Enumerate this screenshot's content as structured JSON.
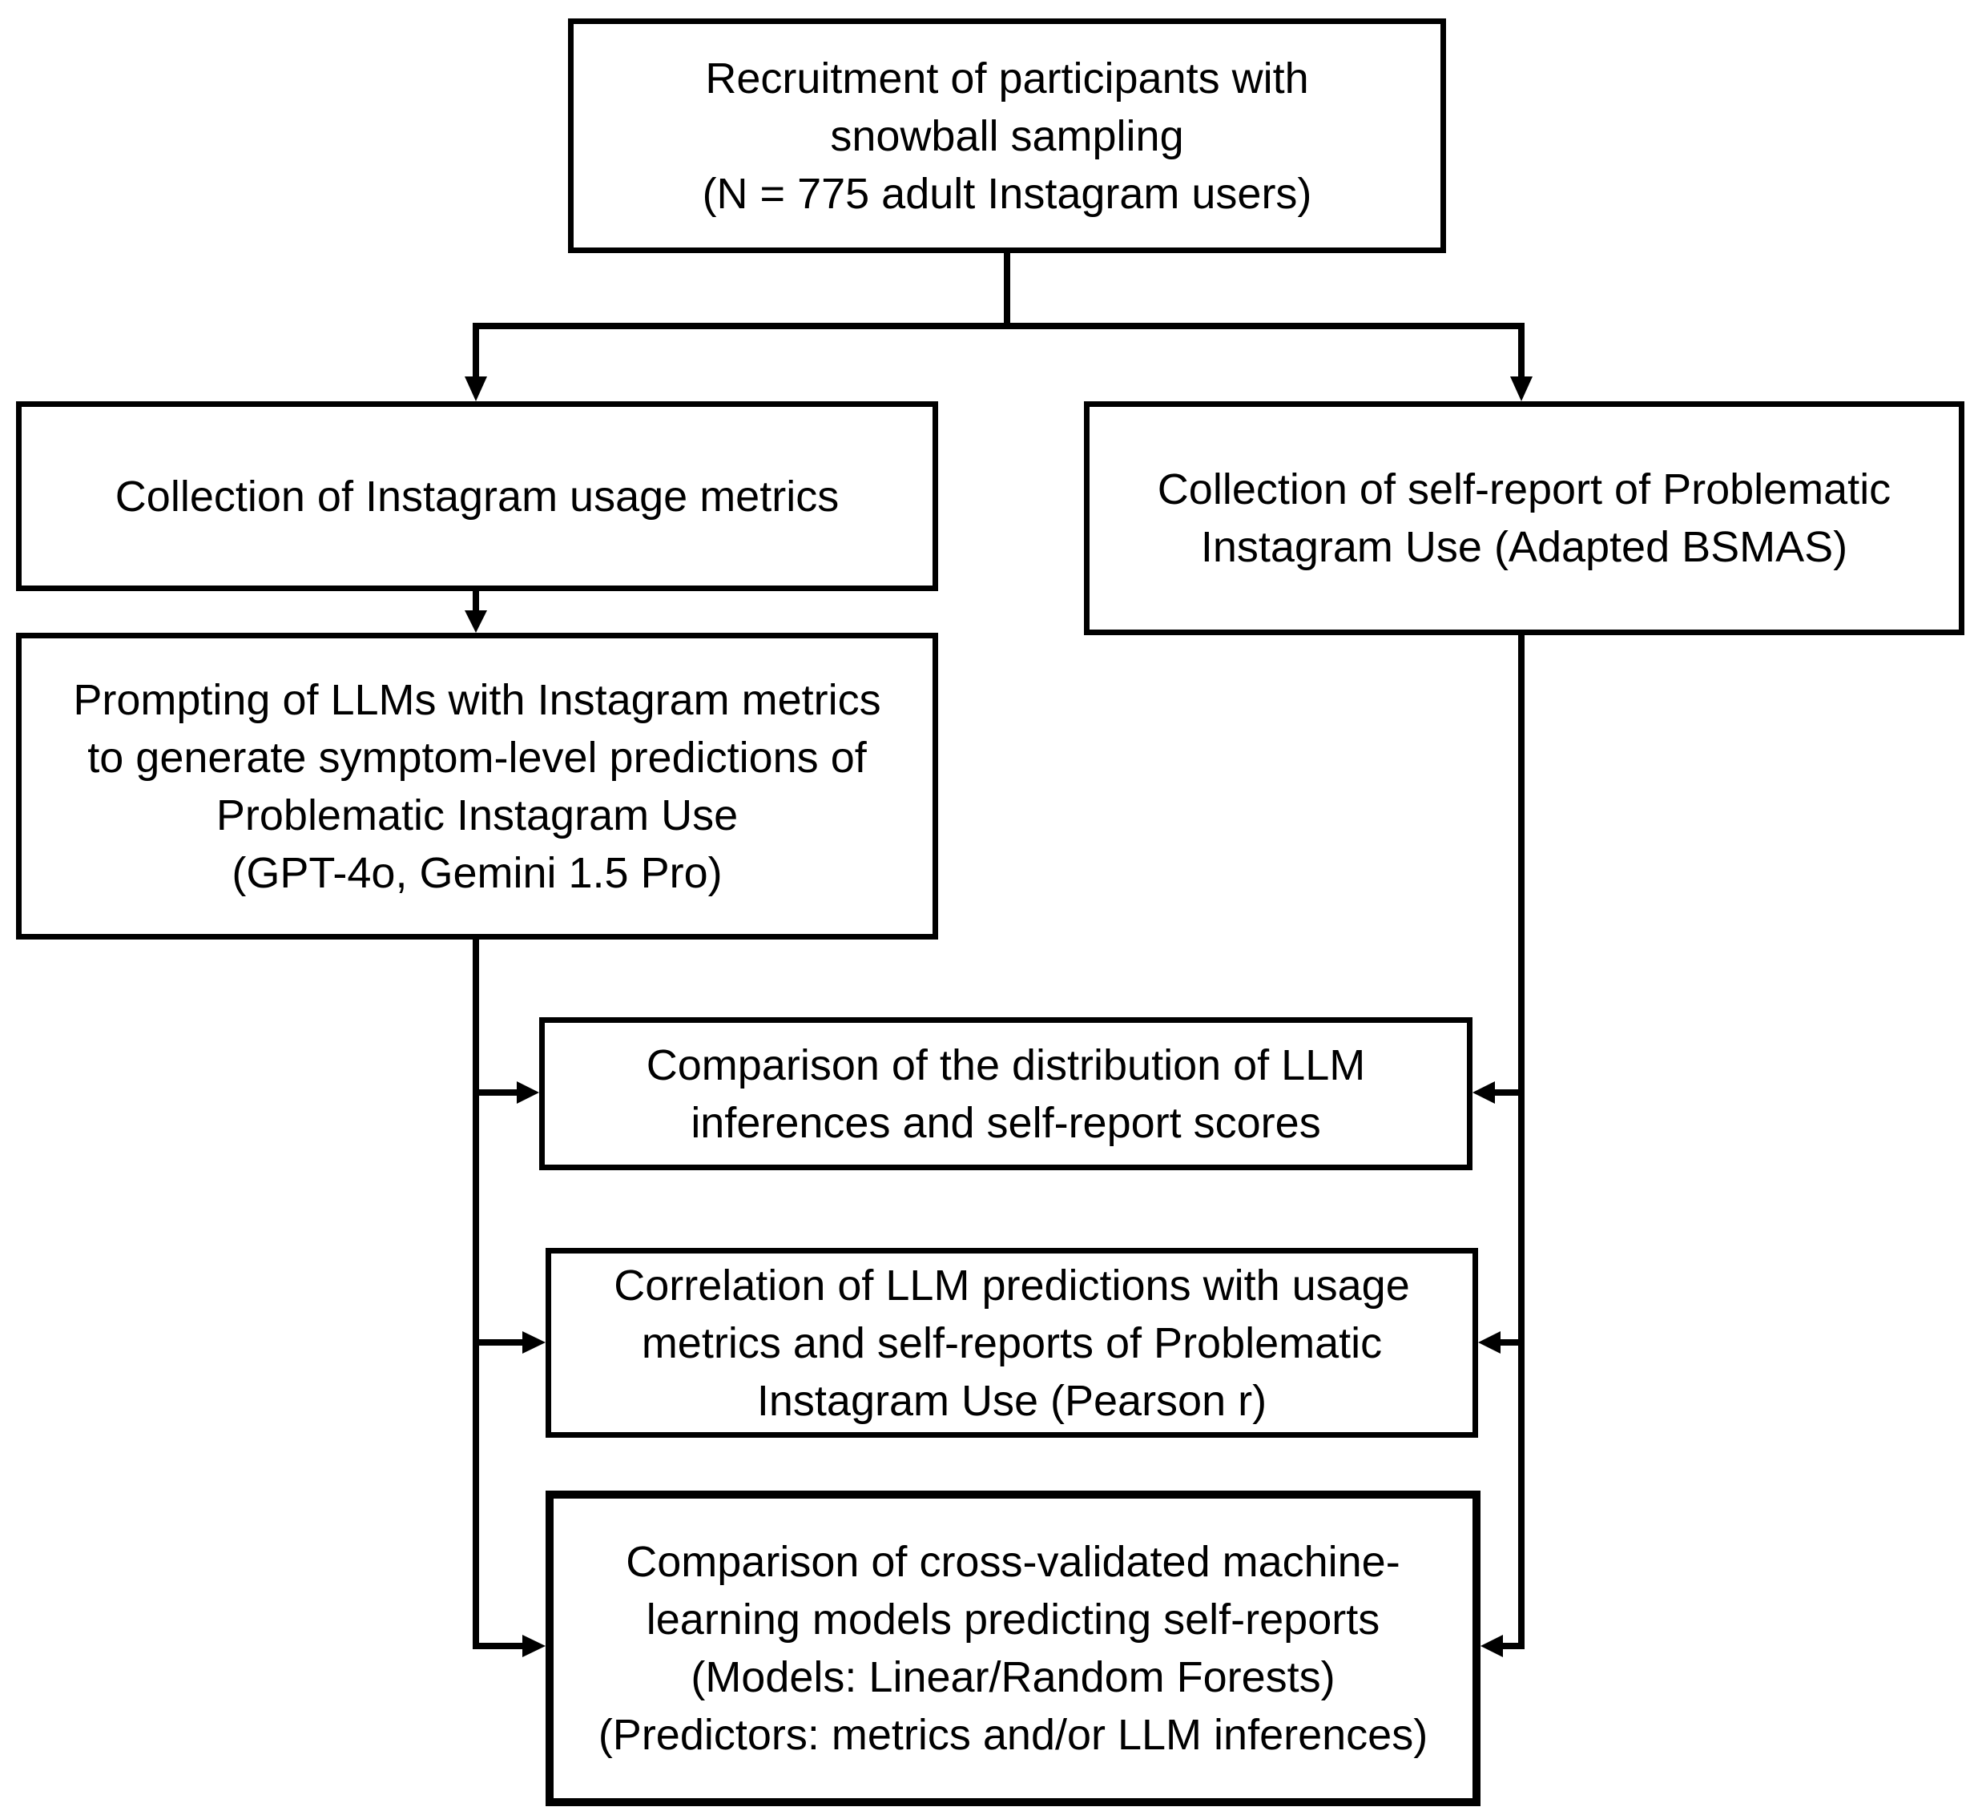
{
  "boxes": {
    "recruitment": {
      "lines": [
        "Recruitment of participants with",
        "snowball sampling",
        "(N = 775 adult Instagram users)"
      ]
    },
    "usage_metrics": {
      "lines": [
        "Collection of Instagram usage metrics"
      ]
    },
    "self_report": {
      "lines": [
        "Collection of self-report of Problematic",
        "Instagram Use (Adapted BSMAS)"
      ]
    },
    "prompting": {
      "lines": [
        "Prompting of LLMs with Instagram metrics",
        "to generate symptom-level predictions of",
        "Problematic Instagram Use",
        "(GPT-4o, Gemini 1.5 Pro)"
      ]
    },
    "distribution_comparison": {
      "lines": [
        "Comparison of the distribution of LLM",
        "inferences and self-report scores"
      ]
    },
    "correlation": {
      "lines": [
        "Correlation of LLM predictions with usage",
        "metrics and self-reports of Problematic",
        "Instagram Use (Pearson r)"
      ]
    },
    "ml_comparison": {
      "lines": [
        "Comparison of cross-validated machine-",
        "learning models predicting self-reports",
        "(Models: Linear/Random Forests)",
        "(Predictors: metrics and/or LLM inferences)"
      ]
    }
  }
}
